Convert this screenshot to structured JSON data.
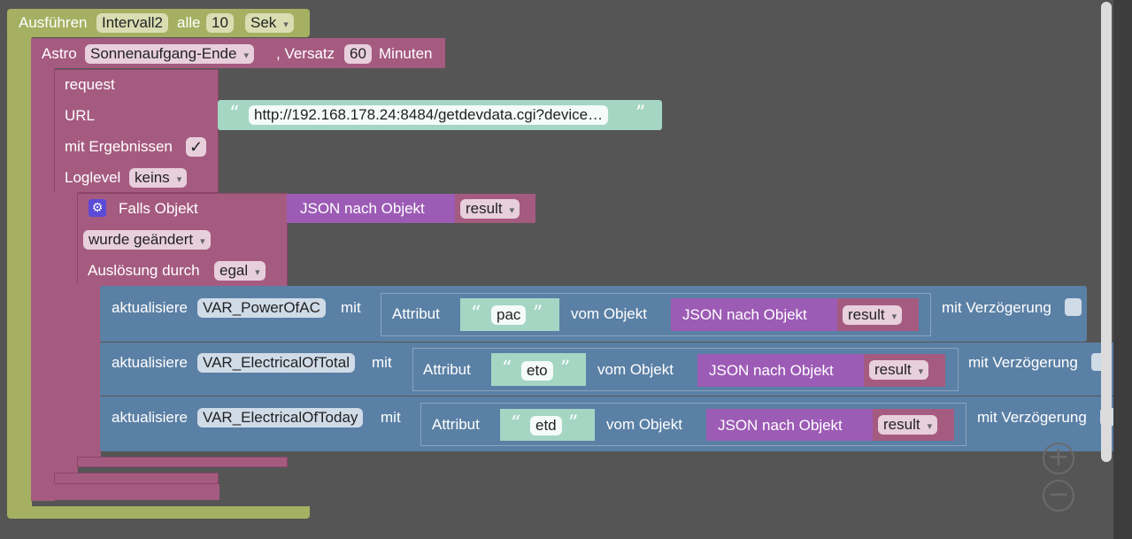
{
  "colors": {
    "loop_block": "#a5b062",
    "astro_block": "#a55b80",
    "request_block": "#a55b80",
    "trigger_block": "#a55b80",
    "update_block": "#5b80a5",
    "string_block": "#a5d6c4",
    "json_block": "#9c5bb5",
    "attr_block": "#5b80a5",
    "canvas": "#555555"
  },
  "schedule": {
    "label_run": "Ausführen",
    "interval_name": "Intervall2",
    "label_every": "alle",
    "interval_value": "10",
    "unit": "Sek"
  },
  "astro": {
    "label": "Astro",
    "event": "Sonnenaufgang-Ende",
    "label_offset": ", Versatz",
    "offset_value": "60",
    "label_minutes": "Minuten"
  },
  "request": {
    "label": "request",
    "label_url": "URL",
    "url": "http://192.168.178.24:8484/getdevdata.cgi?device…",
    "label_results": "mit Ergebnissen",
    "results_checked": "✓",
    "label_loglevel": "Loglevel",
    "loglevel": "keins"
  },
  "trigger": {
    "label": "Falls Objekt",
    "json_label": "JSON nach Objekt",
    "json_var": "result",
    "condition": "wurde geändert",
    "label_triggered_by": "Auslösung durch",
    "triggered_by": "egal"
  },
  "updates": [
    {
      "label": "aktualisiere",
      "var": "VAR_PowerOfAC",
      "label_with": "mit",
      "attr_label": "Attribut",
      "attr": "pac",
      "label_from": "vom Objekt",
      "json_label": "JSON nach Objekt",
      "json_var": "result",
      "delay_label": "mit Verzögerung"
    },
    {
      "label": "aktualisiere",
      "var": "VAR_ElectricalOfTotal",
      "label_with": "mit",
      "attr_label": "Attribut",
      "attr": "eto",
      "label_from": "vom Objekt",
      "json_label": "JSON nach Objekt",
      "json_var": "result",
      "delay_label": "mit Verzögerung"
    },
    {
      "label": "aktualisiere",
      "var": "VAR_ElectricalOfToday",
      "label_with": "mit",
      "attr_label": "Attribut",
      "attr": "etd",
      "label_from": "vom Objekt",
      "json_label": "JSON nach Objekt",
      "json_var": "result",
      "delay_label": "mit Verzögerung"
    }
  ],
  "zoom": {
    "in_label": "+",
    "out_label": "−"
  }
}
